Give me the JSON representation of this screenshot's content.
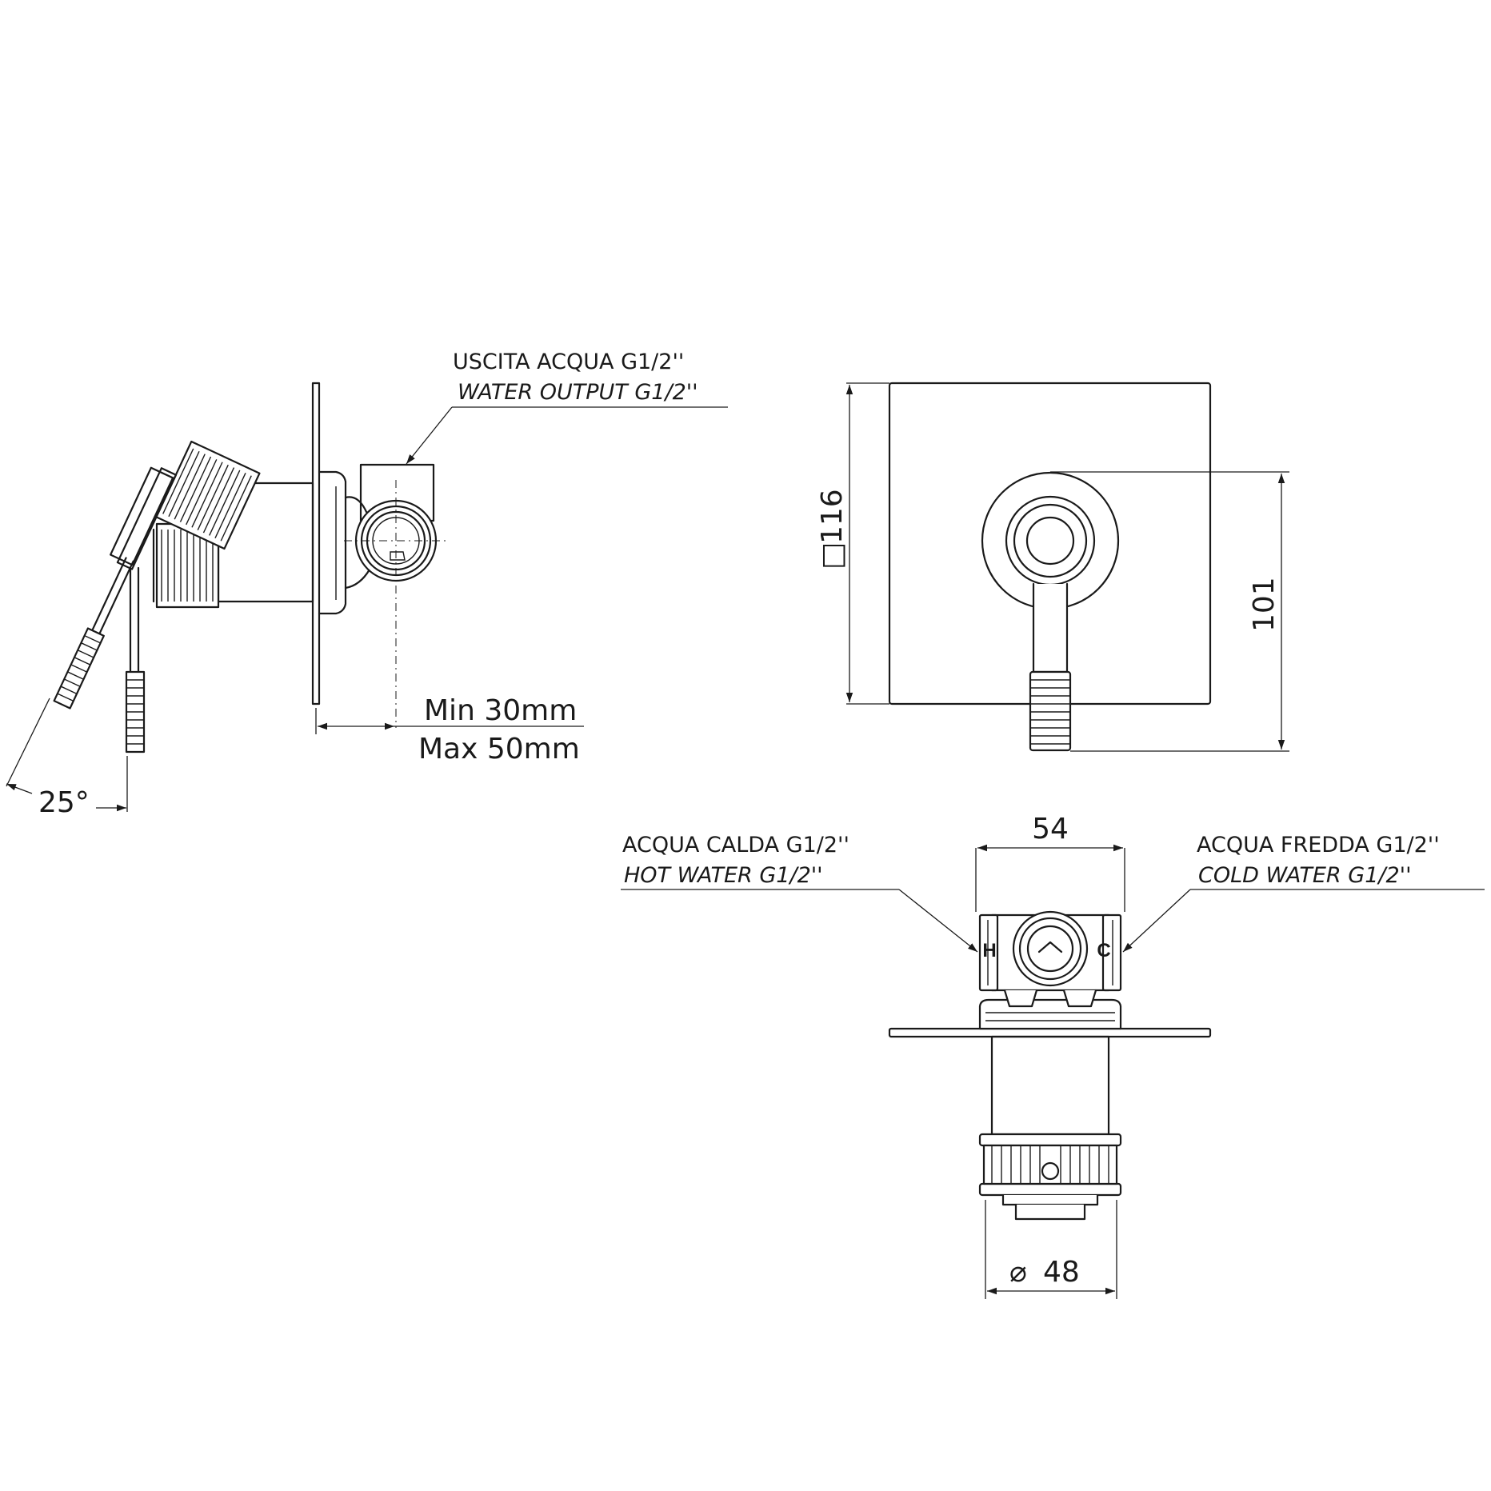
{
  "labels": {
    "water_output_it": "USCITA ACQUA G1/2''",
    "water_output_en": "WATER OUTPUT G1/2''",
    "hot_it": "ACQUA CALDA G1/2''",
    "hot_en": "HOT WATER G1/2''",
    "cold_it": "ACQUA FREDDA G1/2''",
    "cold_en": "COLD WATER G1/2''",
    "hot_marker": "H",
    "cold_marker": "C"
  },
  "dimensions": {
    "depth_min": "Min 30mm",
    "depth_max": "Max 50mm",
    "angle": "25°",
    "plate_size": "116",
    "plate_size_symbol": "□",
    "height": "101",
    "body_width": "54",
    "diameter": "48",
    "diameter_symbol": "⌀"
  },
  "colors": {
    "line": "#1a1a1a",
    "hot": "#e8161b",
    "cold": "#1e27c8"
  }
}
